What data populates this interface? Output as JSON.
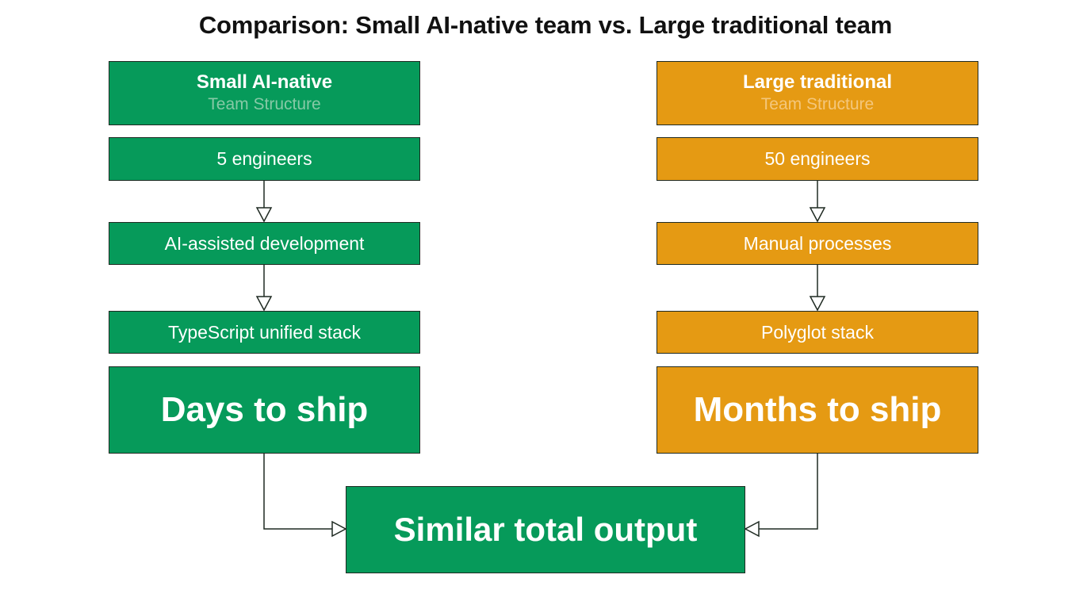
{
  "title": "Comparison: Small AI-native team vs. Large traditional team",
  "colors": {
    "green": "#069a5a",
    "orange": "#e59a13"
  },
  "left": {
    "header_title": "Small AI-native",
    "header_subtitle": "Team Structure",
    "steps": [
      "5 engineers",
      "AI-assisted development",
      "TypeScript unified stack"
    ],
    "result": "Days to ship"
  },
  "right": {
    "header_title": "Large traditional",
    "header_subtitle": "Team Structure",
    "steps": [
      "50 engineers",
      "Manual processes",
      "Polyglot stack"
    ],
    "result": "Months to ship"
  },
  "output": "Similar total output"
}
